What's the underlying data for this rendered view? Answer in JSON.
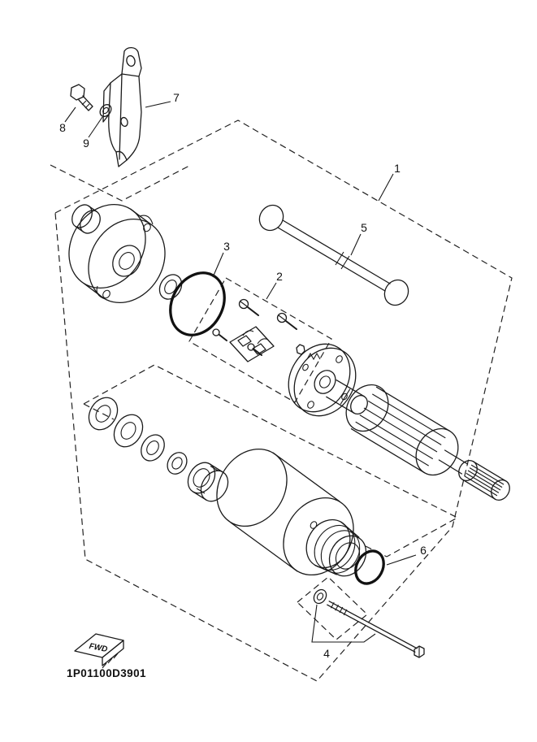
{
  "diagram": {
    "code": "1P01100D3901",
    "fwd_label": "FWD",
    "callouts": [
      "1",
      "2",
      "3",
      "4",
      "5",
      "6",
      "7",
      "8",
      "9"
    ]
  },
  "colors": {
    "ink": "#1a1a1a",
    "background": "#ffffff"
  }
}
